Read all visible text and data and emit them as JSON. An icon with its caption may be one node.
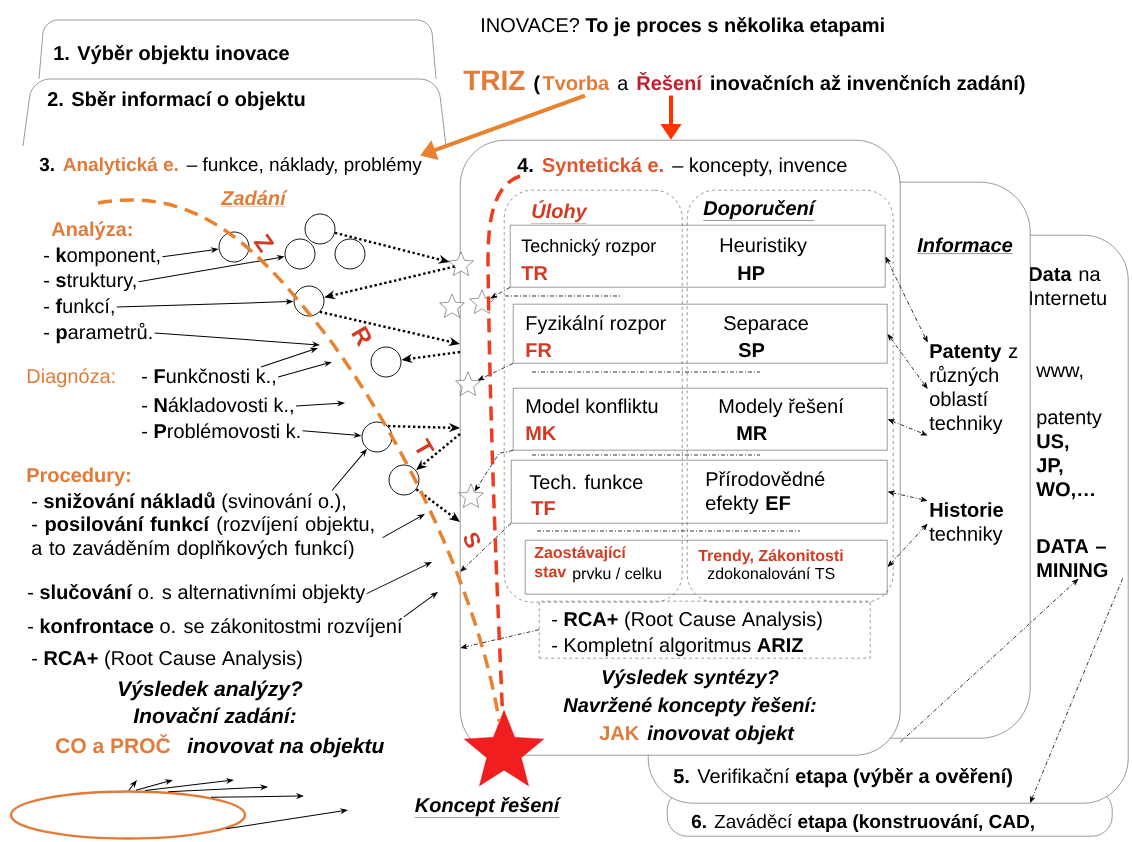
{
  "diagram": {
    "title": "INOVACE? **To je proces s několika etapami**",
    "nodes": [
      {
        "text": [
          "1. Výběr objektu inovace"
        ]
      },
      {
        "text": [
          "2. Sběr informací o objektu"
        ]
      },
      {
        "text": [
          "TRIZ",
          "(",
          "Tvorba",
          "a",
          "Řešení",
          "inovačních až invenčních zadání)"
        ]
      },
      {
        "text": [
          "3.",
          "Analytická e.",
          "– funkce, náklady, problémy"
        ]
      },
      {
        "text": [
          "- **k**omponent,"
        ]
      },
      {
        "text": [
          "- **s**truktury,"
        ]
      },
      {
        "text": [
          "- **f**unkcí,"
        ]
      },
      {
        "text": [
          "- **p**arametrů."
        ]
      },
      {
        "text": [
          "- **F**unkčnosti k.,"
        ]
      },
      {
        "text": [
          "- **N**ákladovosti k.,"
        ]
      },
      {
        "text": [
          "- **P**roblémovosti k."
        ]
      },
      {
        "text": [
          "- **snižování nákladů** (svinování o.),"
        ]
      },
      {
        "text": [
          "- **posilování funkcí** (rozvíjení objektu, a to zaváděním doplňkových funkcí)"
        ]
      },
      {
        "text": [
          "- **slučování** o. s alternativními objekty"
        ]
      },
      {
        "text": [
          "- **konfrontace** o. se zákonitostmi rozvíjení"
        ]
      },
      {
        "text": [],
        "shape": "circle"
      },
      {
        "text": [],
        "shape": "circle"
      },
      {
        "text": [],
        "shape": "circle"
      },
      {
        "text": [],
        "shape": "circle"
      },
      {
        "text": [],
        "shape": "circle"
      },
      {
        "text": [],
        "shape": "circle"
      },
      {
        "text": [],
        "shape": "circle"
      },
      {
        "text": [],
        "shape": "circle"
      },
      {
        "text": [
          "4.",
          "Syntetická e.",
          "– koncepty, invence",
          "Výsledek syntézy?",
          "Navržené koncepty řešení:",
          "JAK",
          "inovovat objekt"
        ]
      },
      {
        "text": [
          "Úlohy"
        ],
        "in": 23
      },
      {
        "text": [
          "Doporučení"
        ],
        "in": 23
      },
      {
        "text": [
          "Technický rozpor",
          "TR",
          "Heuristiky",
          "HP"
        ],
        "in": 23
      },
      {
        "text": [
          "Fyzikální rozpor",
          "FR",
          "Separace",
          "SP"
        ],
        "in": 23
      },
      {
        "text": [
          "Model konfliktu",
          "MK",
          "Modely řešení",
          "MR"
        ],
        "in": 23
      },
      {
        "text": [
          "Tech. funkce",
          "TF",
          "Přírodovědné efekty **EF**"
        ],
        "in": 23
      },
      {
        "text": [
          "Zaostávající stav",
          "prvku / celku",
          "Trendy, Zákonitosti",
          "zdokonalování TS"
        ],
        "in": 23
      },
      {
        "text": [
          "- **RCA+** (Root Cause Analysis)",
          "- Kompletní algoritmus **ARIZ**"
        ],
        "in": 23
      },
      {
        "text": [],
        "shape": "star",
        "beside": [
          "Koncept řešení"
        ]
      },
      {
        "text": [
          "Informace"
        ]
      },
      {
        "text": [
          "**Patenty** z různých oblastí techniky"
        ],
        "in": 33
      },
      {
        "text": [
          "**Historie** techniky"
        ],
        "in": 33
      },
      {
        "text": [
          "**5.** Verifikační **etapa (výběr a ověření)**",
          "**Data** na Internetu",
          "www,",
          "patenty **US, JP, WO,…**"
        ]
      },
      {
        "text": [
          "DATA – MINING"
        ],
        "in": 36
      },
      {
        "text": [
          "**6.** Zaváděcí **etapa (konstruování, CAD,**"
        ]
      },
      {
        "text": [],
        "shape": "ellipse"
      },
      {
        "text": [],
        "shape": "star"
      },
      {
        "text": [],
        "shape": "star",
        "in": 23
      },
      {
        "text": [],
        "shape": "star"
      },
      {
        "text": [],
        "shape": "star"
      },
      {
        "text": [],
        "shape": "star",
        "in": 23
      }
    ],
    "edges": [
      {
        "from": 2,
        "to": 3,
        "arrow": "to",
        "style": "thick",
        "color": "#e8822f"
      },
      {
        "from": 2,
        "to": 23,
        "arrow": "to",
        "style": "thick",
        "color": "#ff3300"
      },
      {
        "from": 4,
        "to": 15,
        "arrow": "to"
      },
      {
        "from": 5,
        "to": 16,
        "arrow": "to"
      },
      {
        "from": 6,
        "to": 17,
        "arrow": "to"
      },
      {
        "from": 7,
        "to": null,
        "arrow": "to"
      },
      {
        "from": 8,
        "to": null,
        "arrow": "to"
      },
      {
        "from": 8,
        "to": null,
        "arrow": "to"
      },
      {
        "from": 9,
        "to": null,
        "arrow": "to"
      },
      {
        "from": 10,
        "to": 20,
        "arrow": "to"
      },
      {
        "from": 11,
        "to": 20,
        "arrow": "to"
      },
      {
        "from": 12,
        "to": null,
        "arrow": "to"
      },
      {
        "from": 13,
        "to": null,
        "arrow": "to"
      },
      {
        "from": 14,
        "to": null,
        "arrow": "to"
      },
      {
        "from": 18,
        "to": 40,
        "arrow": "to",
        "style": "dashed"
      },
      {
        "from": 40,
        "to": 17,
        "arrow": "to",
        "style": "dashed"
      },
      {
        "from": 17,
        "to": 23,
        "arrow": "to",
        "style": "dashed"
      },
      {
        "from": 23,
        "to": 21,
        "arrow": "to",
        "style": "dashed"
      },
      {
        "from": 20,
        "to": 23,
        "arrow": "to",
        "style": "dashed"
      },
      {
        "from": 23,
        "to": 22,
        "arrow": "to",
        "style": "dashed"
      },
      {
        "from": 22,
        "to": 23,
        "arrow": "to",
        "style": "dashed"
      },
      {
        "from": 26,
        "to": 41,
        "arrow": "to",
        "style": "dashed"
      },
      {
        "from": 27,
        "to": 43,
        "arrow": "to",
        "style": "dashed"
      },
      {
        "from": 28,
        "to": 44,
        "arrow": "to",
        "style": "dashed"
      },
      {
        "from": 29,
        "to": 23,
        "arrow": "to",
        "style": "dashed"
      },
      {
        "from": 31,
        "to": 23,
        "arrow": "to",
        "style": "dashed"
      },
      {
        "from": 26,
        "to": 34,
        "arrow": "both",
        "style": "dashed"
      },
      {
        "from": 27,
        "to": 34,
        "arrow": "both",
        "style": "dashed"
      },
      {
        "from": 28,
        "to": 34,
        "arrow": "both",
        "style": "dashed"
      },
      {
        "from": 29,
        "to": 35,
        "arrow": "both",
        "style": "dashed"
      },
      {
        "from": 30,
        "to": 35,
        "arrow": "both",
        "style": "dashed"
      },
      {
        "from": null,
        "to": 32,
        "arrow": "none",
        "style": "dashed",
        "color": "#e8822f"
      },
      {
        "from": null,
        "to": 32,
        "arrow": "none",
        "style": "dashed",
        "color": "#f03c1e"
      },
      {
        "from": 23,
        "to": 37,
        "arrow": "to",
        "style": "dashed"
      },
      {
        "from": 37,
        "to": 36,
        "arrow": "to",
        "style": "dashed"
      },
      {
        "from": 39,
        "to": null,
        "arrow": "to"
      },
      {
        "from": 39,
        "to": null,
        "arrow": "to"
      },
      {
        "from": 39,
        "to": null,
        "arrow": "to"
      },
      {
        "from": 39,
        "to": null,
        "arrow": "to"
      },
      {
        "from": 39,
        "to": null,
        "arrow": "to"
      },
      {
        "from": 39,
        "to": null,
        "arrow": "to"
      }
    ],
    "labels": [
      "Zadání",
      "Analýza:",
      "Z",
      "R",
      "Diagnóza:",
      "T",
      "Procedury:",
      "S",
      "- **RCA+** (Root Cause Analysis)",
      "Výsledek analýzy?",
      "Inovační zadání:",
      "CO a PROČ",
      "inovovat na objektu"
    ]
  }
}
